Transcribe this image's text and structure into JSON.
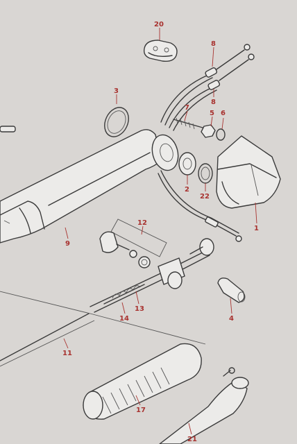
{
  "colors": {
    "paper": "#d9d6d3",
    "ink": "#3a3a3a",
    "callout": "#a8322f"
  },
  "callouts": {
    "p20": "20",
    "p8a": "8",
    "p8b": "8",
    "p3": "3",
    "p7": "7",
    "p5": "5",
    "p6": "6",
    "p2": "2",
    "p22": "22",
    "p1": "1",
    "p12": "12",
    "p9": "9",
    "p13": "13",
    "p14": "14",
    "p4": "4",
    "p11": "11",
    "p17": "17",
    "p21": "21"
  }
}
